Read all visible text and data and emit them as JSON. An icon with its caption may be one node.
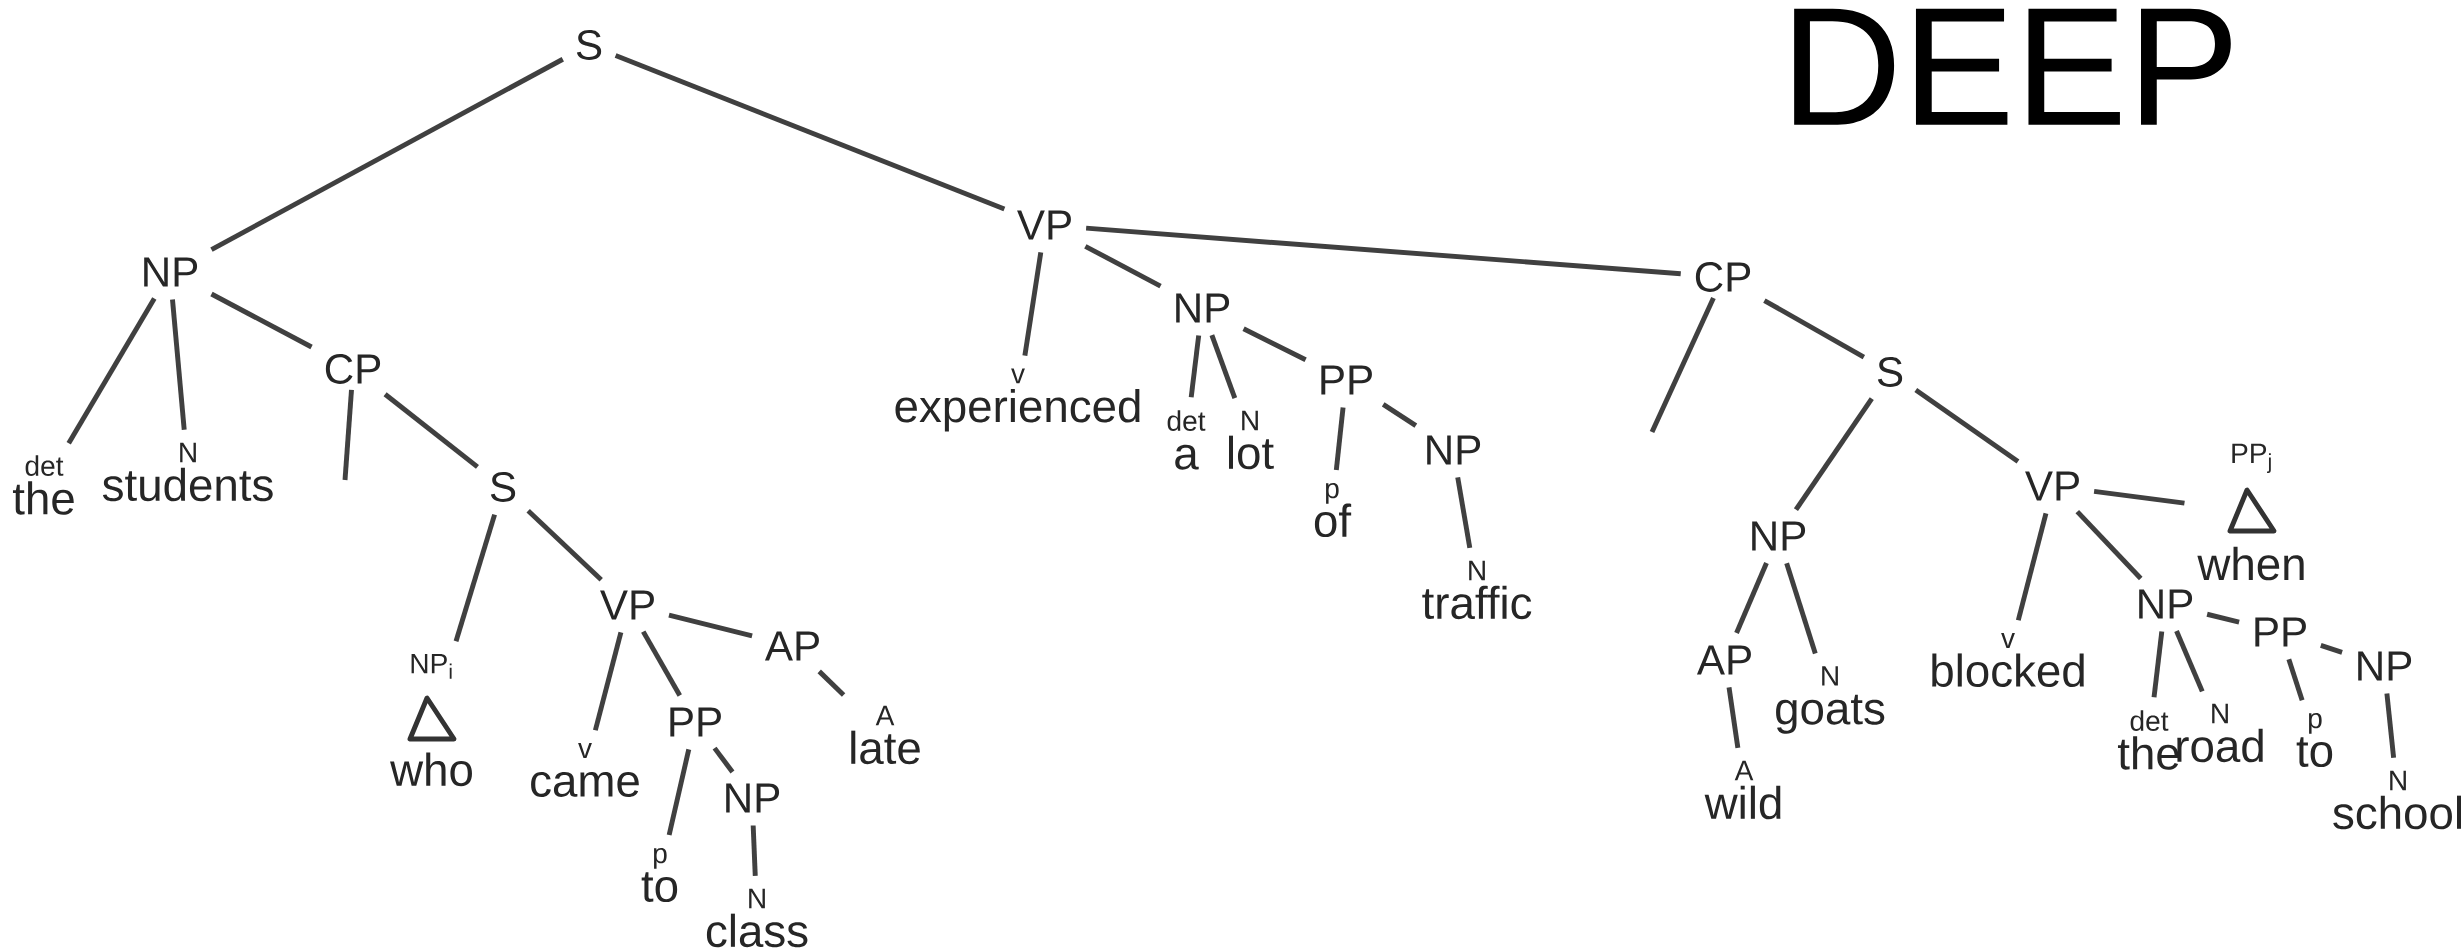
{
  "diagram": {
    "title": "DEEP",
    "nodes": [
      {
        "text": [
          "S"
        ]
      },
      {
        "text": [
          "NP"
        ]
      },
      {
        "text": [
          "det",
          "the"
        ]
      },
      {
        "text": [
          "N",
          "students"
        ]
      },
      {
        "text": [
          "CP"
        ]
      },
      {
        "text": [
          "S"
        ]
      },
      {
        "text": [
          "NP$_{i}$",
          "who"
        ]
      },
      {
        "text": [
          "VP"
        ]
      },
      {
        "text": [
          "v",
          "came"
        ]
      },
      {
        "text": [
          "PP"
        ]
      },
      {
        "text": [
          "p",
          "to"
        ]
      },
      {
        "text": [
          "NP"
        ]
      },
      {
        "text": [
          "N",
          "class"
        ]
      },
      {
        "text": [
          "AP"
        ]
      },
      {
        "text": [
          "A",
          "late"
        ]
      },
      {
        "text": [
          "VP"
        ]
      },
      {
        "text": [
          "v",
          "experienced"
        ]
      },
      {
        "text": [
          "NP"
        ]
      },
      {
        "text": [
          "det",
          "a"
        ]
      },
      {
        "text": [
          "N",
          "lot"
        ]
      },
      {
        "text": [
          "PP"
        ]
      },
      {
        "text": [
          "p",
          "of"
        ]
      },
      {
        "text": [
          "NP"
        ]
      },
      {
        "text": [
          "N",
          "traffic"
        ]
      },
      {
        "text": [
          "CP"
        ]
      },
      {
        "text": [
          "S"
        ]
      },
      {
        "text": [
          "NP"
        ]
      },
      {
        "text": [
          "AP"
        ]
      },
      {
        "text": [
          "A",
          "wild"
        ]
      },
      {
        "text": [
          "N",
          "goats"
        ]
      },
      {
        "text": [
          "VP"
        ]
      },
      {
        "text": [
          "v",
          "blocked"
        ]
      },
      {
        "text": [
          "NP"
        ]
      },
      {
        "text": [
          "det",
          "the"
        ]
      },
      {
        "text": [
          "N",
          "road"
        ]
      },
      {
        "text": [
          "PP"
        ]
      },
      {
        "text": [
          "p",
          "to"
        ]
      },
      {
        "text": [
          "NP"
        ]
      },
      {
        "text": [
          "N",
          "school"
        ]
      },
      {
        "text": [
          "PP$_{j}$",
          "when"
        ]
      }
    ],
    "edges": [
      {
        "from": 0,
        "to": 1,
        "arrow": "none"
      },
      {
        "from": 0,
        "to": 15,
        "arrow": "none"
      },
      {
        "from": 1,
        "to": 2,
        "arrow": "none"
      },
      {
        "from": 1,
        "to": 3,
        "arrow": "none"
      },
      {
        "from": 1,
        "to": 4,
        "arrow": "none"
      },
      {
        "from": 4,
        "to": null,
        "arrow": "none"
      },
      {
        "from": 4,
        "to": 5,
        "arrow": "none"
      },
      {
        "from": 5,
        "to": 6,
        "arrow": "none"
      },
      {
        "from": 5,
        "to": 7,
        "arrow": "none"
      },
      {
        "from": 7,
        "to": 8,
        "arrow": "none"
      },
      {
        "from": 7,
        "to": 9,
        "arrow": "none"
      },
      {
        "from": 7,
        "to": 13,
        "arrow": "none"
      },
      {
        "from": 9,
        "to": 10,
        "arrow": "none"
      },
      {
        "from": 9,
        "to": 11,
        "arrow": "none"
      },
      {
        "from": 11,
        "to": 12,
        "arrow": "none"
      },
      {
        "from": 13,
        "to": 14,
        "arrow": "none"
      },
      {
        "from": 15,
        "to": 16,
        "arrow": "none"
      },
      {
        "from": 15,
        "to": 17,
        "arrow": "none"
      },
      {
        "from": 15,
        "to": 24,
        "arrow": "none"
      },
      {
        "from": 17,
        "to": 18,
        "arrow": "none"
      },
      {
        "from": 17,
        "to": 19,
        "arrow": "none"
      },
      {
        "from": 17,
        "to": 20,
        "arrow": "none"
      },
      {
        "from": 20,
        "to": 21,
        "arrow": "none"
      },
      {
        "from": 20,
        "to": 22,
        "arrow": "none"
      },
      {
        "from": 22,
        "to": 23,
        "arrow": "none"
      },
      {
        "from": 24,
        "to": null,
        "arrow": "none"
      },
      {
        "from": 24,
        "to": 25,
        "arrow": "none"
      },
      {
        "from": 25,
        "to": 26,
        "arrow": "none"
      },
      {
        "from": 25,
        "to": 30,
        "arrow": "none"
      },
      {
        "from": 26,
        "to": 27,
        "arrow": "none"
      },
      {
        "from": 26,
        "to": 29,
        "arrow": "none"
      },
      {
        "from": 27,
        "to": 28,
        "arrow": "none"
      },
      {
        "from": 30,
        "to": 31,
        "arrow": "none"
      },
      {
        "from": 30,
        "to": 32,
        "arrow": "none"
      },
      {
        "from": 30,
        "to": 39,
        "arrow": "none"
      },
      {
        "from": 32,
        "to": 33,
        "arrow": "none"
      },
      {
        "from": 32,
        "to": 34,
        "arrow": "none"
      },
      {
        "from": 32,
        "to": 35,
        "arrow": "none"
      },
      {
        "from": 35,
        "to": 36,
        "arrow": "none"
      },
      {
        "from": 35,
        "to": 37,
        "arrow": "none"
      },
      {
        "from": 37,
        "to": 38,
        "arrow": "none"
      }
    ]
  }
}
